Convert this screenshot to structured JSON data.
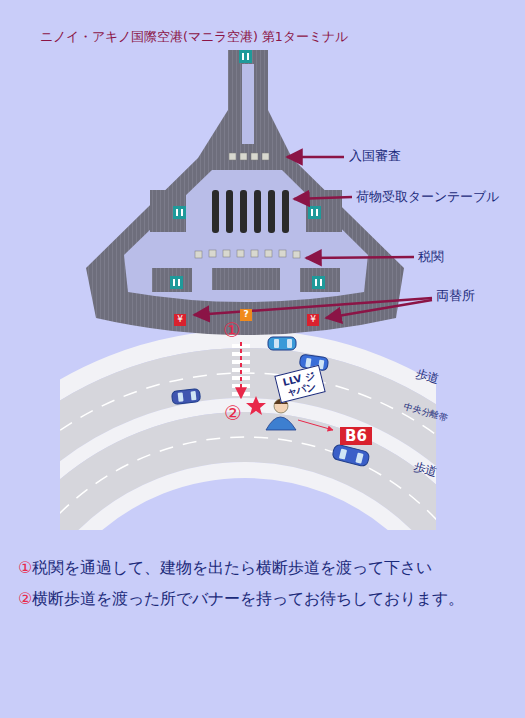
{
  "diagram": {
    "title": "ニノイ・アキノ国際空港(マニラ空港) 第1ターミナル",
    "nodes": [
      {
        "text": [
          "¥"
        ]
      },
      {
        "text": [
          "?"
        ]
      },
      {
        "text": [
          "¥"
        ]
      },
      {
        "text": [
          "LLV ジャパン"
        ]
      },
      {
        "text": [
          "B6"
        ]
      }
    ],
    "labels": [
      "入国審査",
      "荷物受取ターンテーブル",
      "税関",
      "両替所",
      "歩道",
      "中央分離帯",
      "歩道",
      "①",
      "②",
      "①税関を通過して、建物を出たら横断歩道を渡って下さい",
      "②横断歩道を渡った所でバナーを持ってお待ちしております。"
    ]
  }
}
